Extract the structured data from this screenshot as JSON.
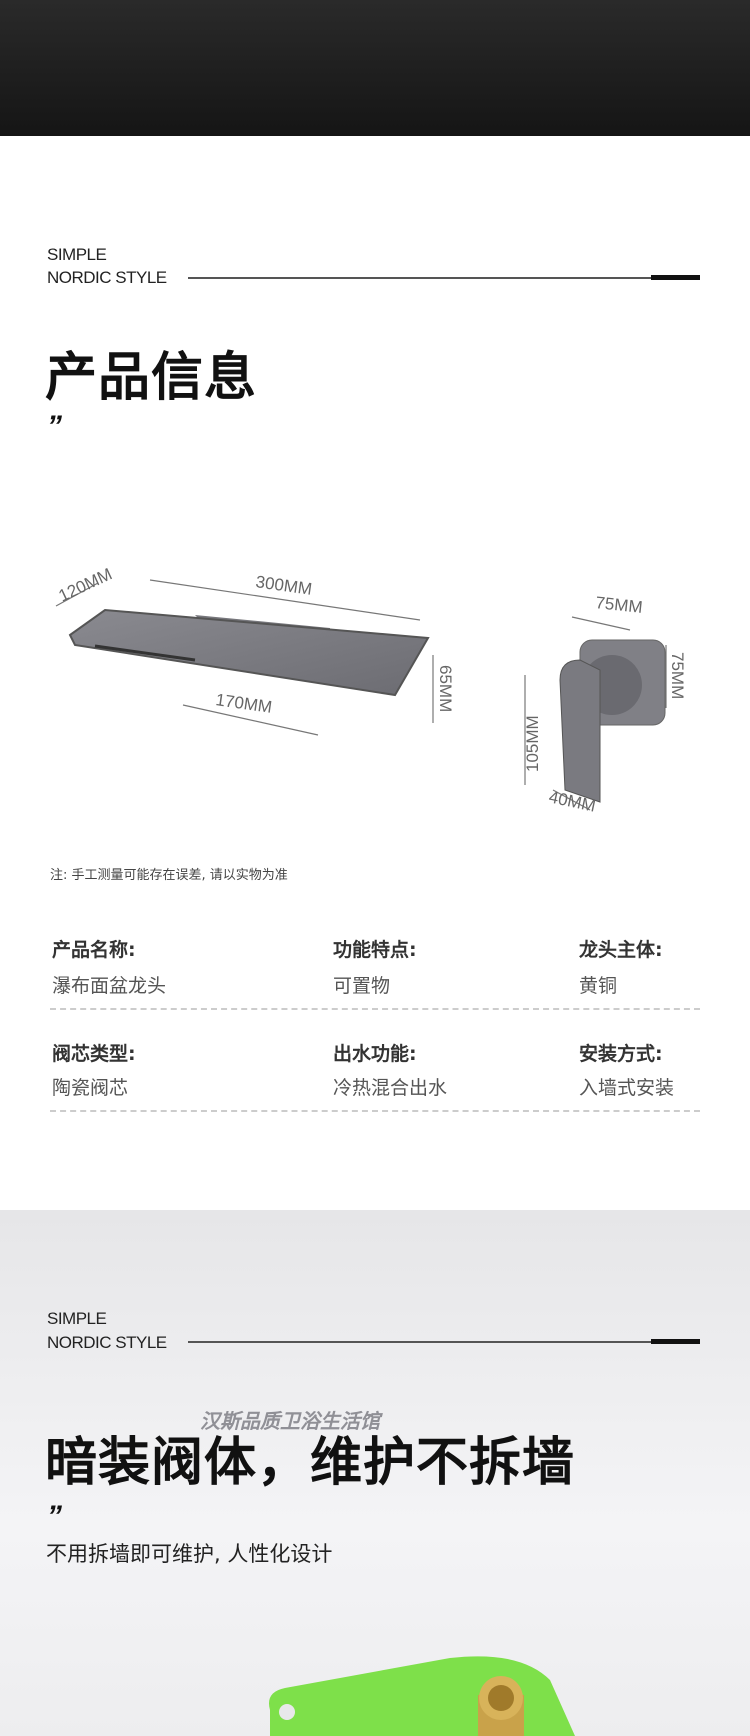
{
  "section1": {
    "tag_line1": "SIMPLE",
    "tag_line2": "NORDIC STYLE",
    "title": "产品信息",
    "quote": "”",
    "dimensions": {
      "depth": "120MM",
      "width": "300MM",
      "height": "65MM",
      "base": "170MM",
      "plate": "75MM",
      "plate_h": "75MM",
      "handle": "105MM",
      "handle_w": "40MM"
    },
    "note": "注: 手工测量可能存在误差, 请以实物为准",
    "specs": [
      [
        {
          "label": "产品名称:",
          "value": "瀑布面盆龙头"
        },
        {
          "label": "功能特点:",
          "value": "可置物"
        },
        {
          "label": "龙头主体:",
          "value": "黄铜"
        }
      ],
      [
        {
          "label": "阀芯类型:",
          "value": "陶瓷阀芯"
        },
        {
          "label": "出水功能:",
          "value": "冷热混合出水"
        },
        {
          "label": "安装方式:",
          "value": "入墙式安装"
        }
      ]
    ]
  },
  "section2": {
    "tag_line1": "SIMPLE",
    "tag_line2": "NORDIC STYLE",
    "watermark": "汉斯品质卫浴生活馆",
    "title": "暗装阀体，维护不拆墙",
    "quote": "”",
    "subtitle": "不用拆墙即可维护, 人性化设计"
  },
  "colors": {
    "accent_green": "#7ee04a",
    "faucet_gray": "#7b7b80"
  }
}
